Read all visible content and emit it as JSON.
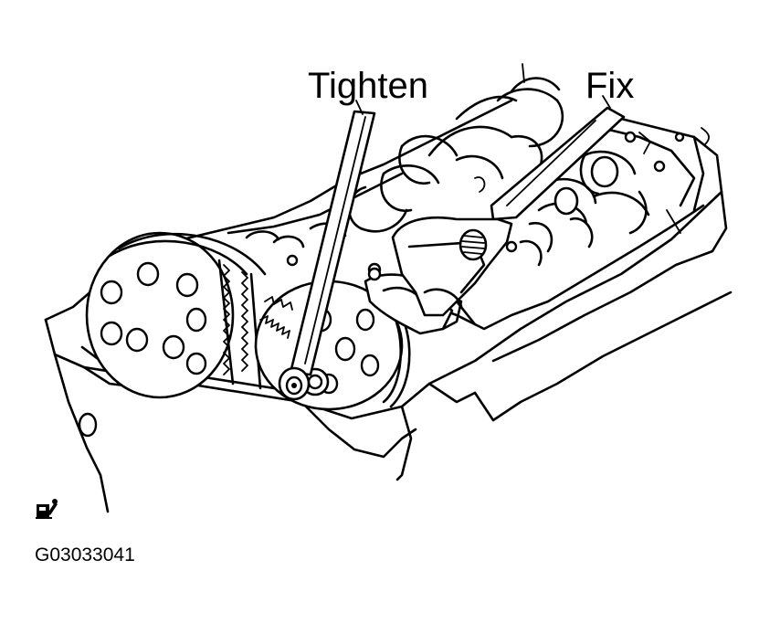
{
  "labels": {
    "tighten": "Tighten",
    "fix": "Fix"
  },
  "figure_code": "G03033041",
  "icons": {
    "corner_mark": "wrench-book-icon"
  }
}
